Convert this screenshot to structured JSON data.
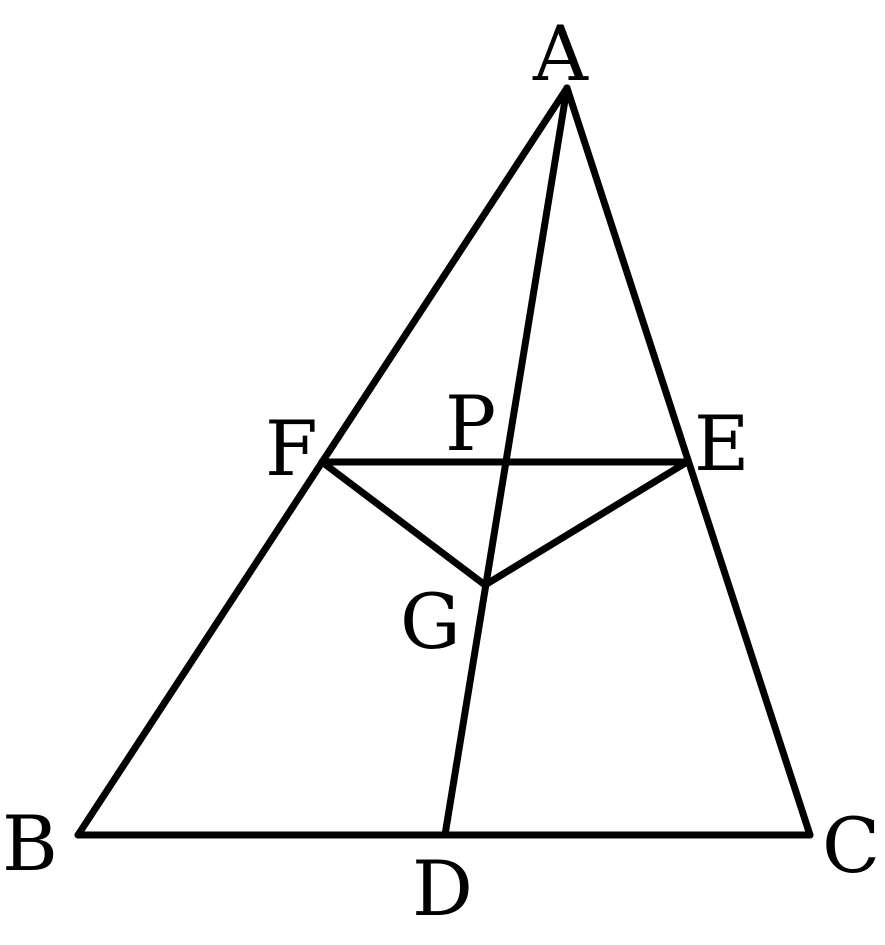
{
  "labels": {
    "A": "A",
    "B": "B",
    "C": "C",
    "D": "D",
    "E": "E",
    "F": "F",
    "G": "G",
    "P": "P"
  }
}
